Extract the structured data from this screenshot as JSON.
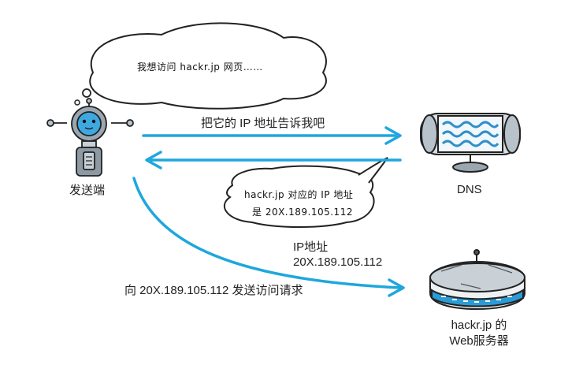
{
  "bubbles": {
    "client_thought": "我想访问 hackr.jp 网页……",
    "dns_reply_line1": "hackr.jp 对应的 IP 地址",
    "dns_reply_line2": "是 20X.189.105.112"
  },
  "arrows": {
    "request_ip": "把它的 IP 地址告诉我吧",
    "ip_result_line1": "IP地址",
    "ip_result_line2": "20X.189.105.112",
    "access_request": "向 20X.189.105.112 发送访问请求"
  },
  "nodes": {
    "client": "发送端",
    "dns": "DNS",
    "server_line1": "hackr.jp 的",
    "server_line2": "Web服务器"
  },
  "colors": {
    "arrow": "#1ea7dd",
    "robot_face": "#3ea9e0",
    "robot_body": "#8d9aa4",
    "dns_pattern": "#2f8fc9",
    "server_trim": "#2a9bd6"
  }
}
